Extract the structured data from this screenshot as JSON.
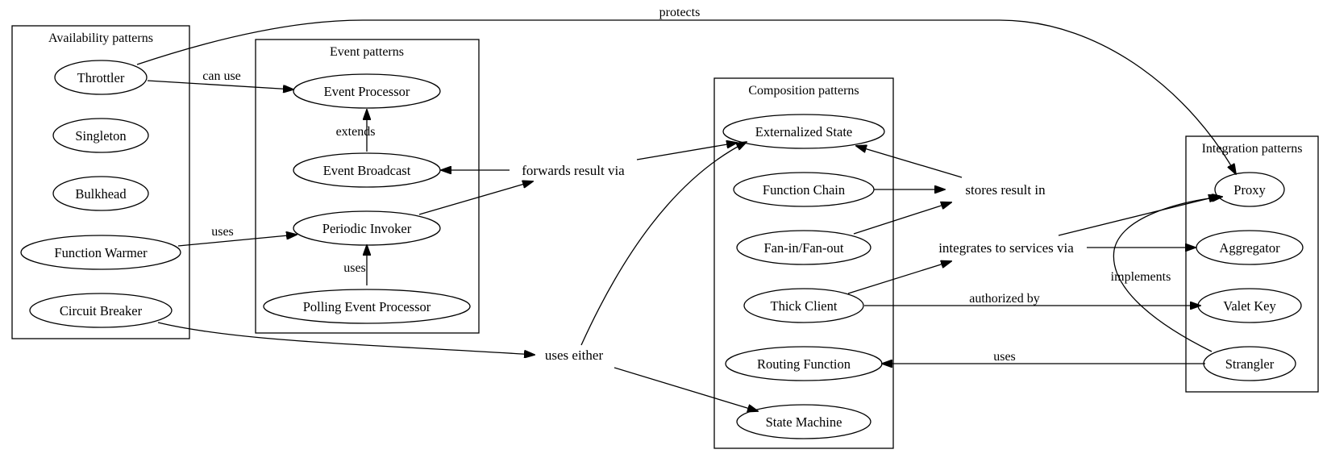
{
  "clusters": {
    "availability": "Availability patterns",
    "event": "Event patterns",
    "composition": "Composition patterns",
    "integration": "Integration patterns"
  },
  "nodes": {
    "throttler": "Throttler",
    "singleton": "Singleton",
    "bulkhead": "Bulkhead",
    "function_warmer": "Function Warmer",
    "circuit_breaker": "Circuit Breaker",
    "event_processor": "Event Processor",
    "event_broadcast": "Event Broadcast",
    "periodic_invoker": "Periodic Invoker",
    "polling_event_processor": "Polling Event Processor",
    "externalized_state": "Externalized State",
    "function_chain": "Function Chain",
    "fan_in_fan_out": "Fan-in/Fan-out",
    "thick_client": "Thick Client",
    "routing_function": "Routing Function",
    "state_machine": "State Machine",
    "proxy": "Proxy",
    "aggregator": "Aggregator",
    "valet_key": "Valet Key",
    "strangler": "Strangler"
  },
  "junctions": {
    "forwards_result_via": "forwards result via",
    "uses_either": "uses either",
    "stores_result_in": "stores result in",
    "integrates_to_services_via": "integrates to services via"
  },
  "edge_labels": {
    "protects": "protects",
    "can_use": "can use",
    "extends": "extends",
    "uses_warmer": "uses",
    "uses_polling": "uses",
    "authorized_by": "authorized by",
    "uses_strangler": "uses",
    "implements": "implements"
  }
}
